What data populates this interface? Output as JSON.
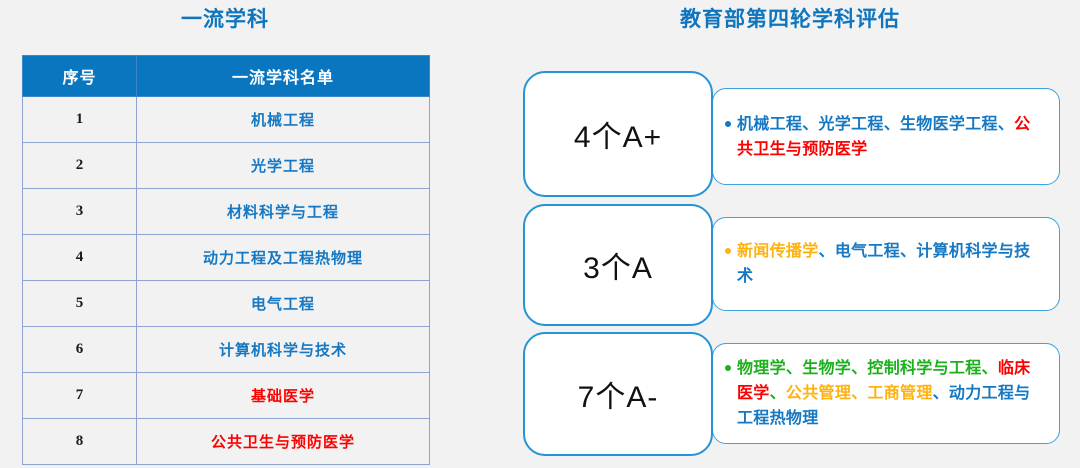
{
  "left": {
    "title": "一流学科",
    "table": {
      "headers": [
        "序号",
        "一流学科名单"
      ],
      "rows": [
        {
          "index": "1",
          "name": "机械工程",
          "color": "#1678c2"
        },
        {
          "index": "2",
          "name": "光学工程",
          "color": "#1678c2"
        },
        {
          "index": "3",
          "name": "材料科学与工程",
          "color": "#1678c2"
        },
        {
          "index": "4",
          "name": "动力工程及工程热物理",
          "color": "#1678c2"
        },
        {
          "index": "5",
          "name": "电气工程",
          "color": "#1678c2"
        },
        {
          "index": "6",
          "name": "计算机科学与技术",
          "color": "#1678c2"
        },
        {
          "index": "7",
          "name": "基础医学",
          "color": "#fe0000"
        },
        {
          "index": "8",
          "name": "公共卫生与预防医学",
          "color": "#fe0000"
        }
      ]
    }
  },
  "right": {
    "title": "教育部第四轮学科评估",
    "groups": [
      {
        "badge": "4个A+",
        "bullet_color": "#1678c2",
        "segments": [
          {
            "text": "机械工程、光学工程、生物医学工程、",
            "color": "#1678c2"
          },
          {
            "text": "公共卫生与预防医学",
            "color": "#fe0000"
          }
        ]
      },
      {
        "badge": "3个A",
        "bullet_color": "#ffb20f",
        "segments": [
          {
            "text": "新闻传播学",
            "color": "#ffb20f"
          },
          {
            "text": "、电气工程、计算机科学与技术",
            "color": "#1678c2"
          }
        ]
      },
      {
        "badge": "7个A-",
        "bullet_color": "#1cb01c",
        "segments": [
          {
            "text": "物理学、生物学、控制科学与工程、",
            "color": "#1cb01c"
          },
          {
            "text": "临床医学",
            "color": "#fe0000"
          },
          {
            "text": "、",
            "color": "#1cb01c"
          },
          {
            "text": "公共管理、工商管理",
            "color": "#ffb20f"
          },
          {
            "text": "、动力工程与工程热物理",
            "color": "#1678c2"
          }
        ]
      }
    ]
  },
  "theme": {
    "background": "#f2f2f2",
    "title_color": "#0f75bd",
    "table_header_bg": "#0b76c0",
    "table_header_text": "#ffffff",
    "table_border": "#8fa3d0",
    "badge_border": "#2494d6",
    "content_border": "#3ba3de"
  }
}
